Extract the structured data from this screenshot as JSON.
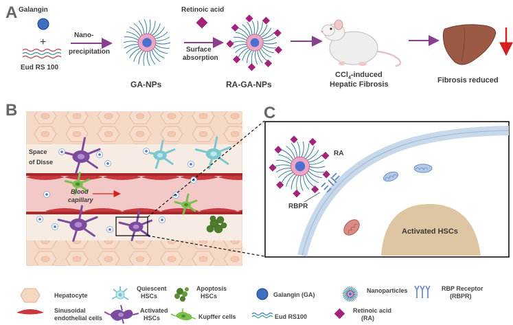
{
  "panels": {
    "a": "A",
    "b": "B",
    "c": "C"
  },
  "panel_a": {
    "galangin": "Galangin",
    "plus": "+",
    "eud": "Eud RS 100",
    "step1_l1": "Nano-",
    "step1_l2": "precipitation",
    "ga_nps": "GA-NPs",
    "retinoic": "Retinoic acid",
    "step2_l1": "Surface",
    "step2_l2": "absorption",
    "ra_ga_nps": "RA-GA-NPs",
    "ccl_l1_pre": "CCl",
    "ccl_l1_sub": "4",
    "ccl_l1_post": "-induced",
    "ccl_l2": "Hepatic Fibrosis",
    "fibrosis": "Fibrosis reduced"
  },
  "panel_b": {
    "disse_l1": "Space",
    "disse_l2": "of Disse",
    "blood_l1": "Blood",
    "blood_l2": "capillary"
  },
  "panel_c": {
    "ra": "RA",
    "rbpr": "RBPR",
    "activated": "Activated HSCs"
  },
  "legend": {
    "hepatocyte": "Hepatocyte",
    "quiescent_l1": "Quiescent",
    "quiescent_l2": "HSCs",
    "apoptosis_l1": "Apoptosis",
    "apoptosis_l2": "HSCs",
    "galangin": "Galangin (GA)",
    "nanoparticles": "Nanoparticles",
    "rbp_l1": "RBP Receptor",
    "rbp_l2": "(RBPR)",
    "sinusoidal_l1": "Sinusoidal",
    "sinusoidal_l2": "endothelial cells",
    "activated_l1": "Activated",
    "activated_l2": "HSCs",
    "kupffer": "Kupffer cells",
    "eud": "Eud RS100",
    "retinoic_l1": "Retinoic acid",
    "retinoic_l2": "(RA)"
  },
  "colors": {
    "purple_arrow": "#8a3f8f",
    "galangin_blue": "#3f6fc0",
    "ra_magenta": "#a1247a",
    "liver": "#9c5a45",
    "red_arrow": "#d32020",
    "hepatocyte": "#f5d7c2",
    "vessel": "#c9383c",
    "activated_hsc": "#7b4b9e",
    "quiescent_hsc": "#7cc7cf",
    "kupffer": "#7cbf4e",
    "apoptosis": "#4e7d2c",
    "membrane": "#c7d8ea",
    "nucleus": "#dfc6a2",
    "mito": "#d98b85"
  },
  "icons": [
    "galangin-sphere-icon",
    "eud-polymer-icon",
    "nanoparticle-icon",
    "retinoic-acid-icon",
    "rat-icon",
    "liver-icon",
    "down-arrow-icon",
    "hepatocyte-icon",
    "quiescent-hsc-icon",
    "apoptosis-hsc-icon",
    "rbp-receptor-icon",
    "endothelial-cell-icon",
    "activated-hsc-icon",
    "kupffer-cell-icon",
    "mitochondrion-icon"
  ]
}
